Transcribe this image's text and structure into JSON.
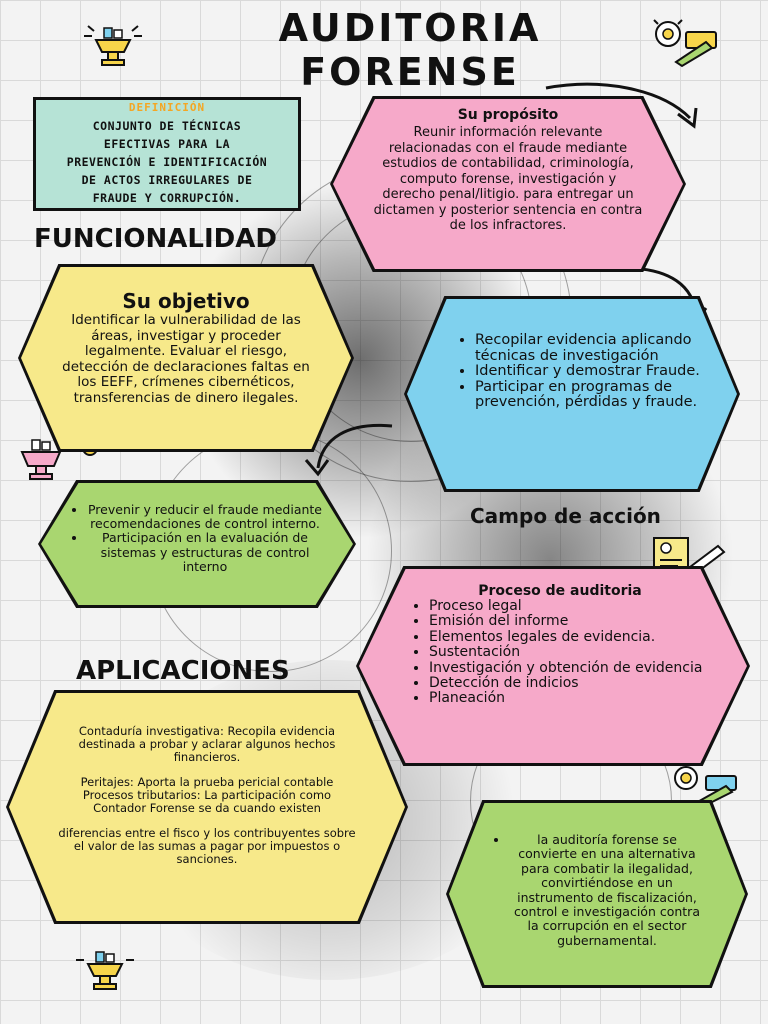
{
  "title": {
    "line1": "AUDITORIA",
    "line2": "FORENSE"
  },
  "definition": {
    "label": "DEFINICIÓN",
    "lines": [
      "CONJUNTO DE TÉCNICAS",
      "EFECTIVAS PARA LA",
      "PREVENCIÓN E IDENTIFICACIÓN",
      "DE ACTOS IRREGULARES DE",
      "FRAUDE Y CORRUPCIÓN."
    ]
  },
  "sections": {
    "funcionalidad": "FUNCIONALIDAD",
    "campo": "Campo de acción",
    "aplicaciones": "APLICACIONES"
  },
  "proposito": {
    "title": "Su propósito",
    "text": "Reunir información relevante relacionadas con el fraude mediante estudios de contabilidad, criminología, computo forense, investigación y derecho penal/litigio. para entregar un dictamen y posterior sentencia en contra de los infractores."
  },
  "objetivo": {
    "title": "Su objetivo",
    "text": "Identificar la vulnerabilidad de las áreas, investigar y proceder legalmente. Evaluar el riesgo, detección de declaraciones faltas en los EEFF, crímenes cibernéticos, transferencias de dinero ilegales."
  },
  "blue_list": [
    "Recopilar evidencia aplicando técnicas de investigación",
    "Identificar y demostrar Fraude.",
    "Participar en programas de prevención, pérdidas y fraude."
  ],
  "green_list": [
    "Prevenir y reducir el fraude mediante recomendaciones de control interno.",
    "Participación en la evaluación de sistemas y estructuras de control interno"
  ],
  "proceso": {
    "title": "Proceso de auditoria",
    "items": [
      "Proceso legal",
      "Emisión del informe",
      "Elementos legales de evidencia.",
      "Sustentación",
      "Investigación y obtención de evidencia",
      "Detección de indicios",
      "Planeación"
    ]
  },
  "aplicaciones_box": {
    "p1": "Contaduría investigativa: Recopila evidencia destinada a probar y aclarar algunos hechos financieros.",
    "p2": "Peritajes: Aporta la prueba pericial contable",
    "p3": "Procesos tributarios: La participación como Contador Forense se da cuando existen",
    "p4": "diferencias entre el fisco y los contribuyentes sobre el valor de las sumas a pagar por impuestos o sanciones."
  },
  "final_green": [
    "la auditoría forense se convierte en una alternativa para combatir la ilegalidad, convirtiéndose en un instrumento de fiscalización, control e investigación contra la corrupción en el sector gubernamental."
  ],
  "icons": [
    "fountain-idea-icon",
    "lightbulb-pencil-icon",
    "document-pencil-icon"
  ],
  "colors": {
    "pink": "#f6a9c9",
    "yellow": "#f7e98a",
    "blue": "#7fd1ee",
    "green": "#a9d670",
    "mint": "#b6e3d6",
    "orange": "#f4a623"
  }
}
